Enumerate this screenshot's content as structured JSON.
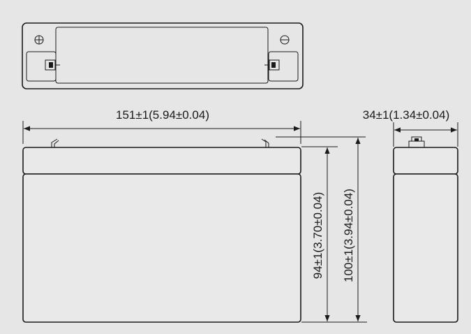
{
  "diagram": {
    "labels": {
      "length": "151±1(5.94±0.04)",
      "width": "34±1(1.34±0.04)",
      "container_height": "94±1(3.70±0.04)",
      "total_height": "100±1(3.94±0.04)"
    },
    "colors": {
      "background": "#e6e6e6",
      "line": "#1a1a1a"
    }
  }
}
